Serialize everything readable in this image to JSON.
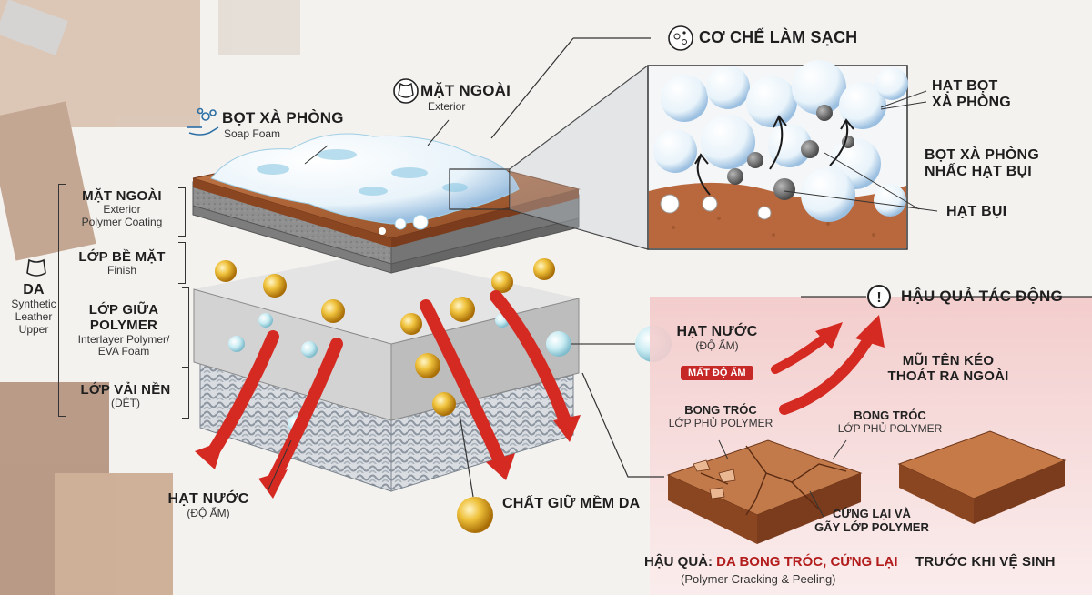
{
  "colors": {
    "arrow_red": "#d42a22",
    "leather": "#b8683c",
    "foam": "#d7eef5",
    "panel_pink": "#f6d6d6",
    "gold": "#e0a81a",
    "water": "#bfe6ef"
  },
  "icons": [
    "cleaning-mechanism-icon",
    "leather-hide-icon",
    "hand-foam-icon",
    "warning-icon"
  ],
  "cleaning": {
    "title": "CƠ CHẾ LÀM SẠCH"
  },
  "exterior_top": {
    "title": "MẶT NGOÀI",
    "sub": "Exterior"
  },
  "soap": {
    "title": "BỌT XÀ PHÒNG",
    "sub": "Soap Foam"
  },
  "zoom": {
    "foam_particles": "HẠT BỌT\nXÀ PHÒNG",
    "lifting": "BỌT XÀ PHÒNG\nNHẤC HẠT BỤI",
    "dust": "HẠT BỤI"
  },
  "layers": {
    "da": {
      "title": "DA",
      "sub": "Synthetic\nLeather\nUpper"
    },
    "exterior": {
      "title": "MẶT NGOÀI",
      "sub": "Exterior\nPolymer Coating"
    },
    "finish": {
      "title": "LỚP BỀ MẶT",
      "sub": "Finish"
    },
    "interlayer": {
      "title": "LỚP GIỮA\nPOLYMER",
      "sub": "Interlayer Polymer/\nEVA Foam"
    },
    "fabric": {
      "title": "LỚP VẢI NỀN",
      "sub": "(DỆT)"
    }
  },
  "bottom_water": {
    "title": "HẠT NƯỚC",
    "sub": "(ĐỘ ẨM)"
  },
  "softener": {
    "title": "CHẤT GIỮ MỀM DA"
  },
  "consequence": {
    "title": "HẬU QUẢ TÁC ĐỘNG",
    "water_title": "HẠT NƯỚC",
    "water_sub": "(ĐỘ ẨM)",
    "badge": "MẤT ĐỘ ẨM",
    "arrow_text": "MŨI TÊN KÉO\nTHOÁT RA NGOÀI",
    "peel_left_title": "BONG TRÓC",
    "peel_left_sub": "LỚP PHỦ POLYMER",
    "peel_right_title": "BONG TRÓC",
    "peel_right_sub": "LỚP PHỦ POLYMER",
    "crack": "CỨNG LẠI VÀ\nGÃY LỚP POLYMER",
    "result_prefix": "HẬU QUẢ:",
    "result_main": "DA BONG TRÓC, CỨNG LẠI",
    "result_sub": "(Polymer Cracking & Peeling)",
    "before": "TRƯỚC KHI VỆ SINH"
  }
}
